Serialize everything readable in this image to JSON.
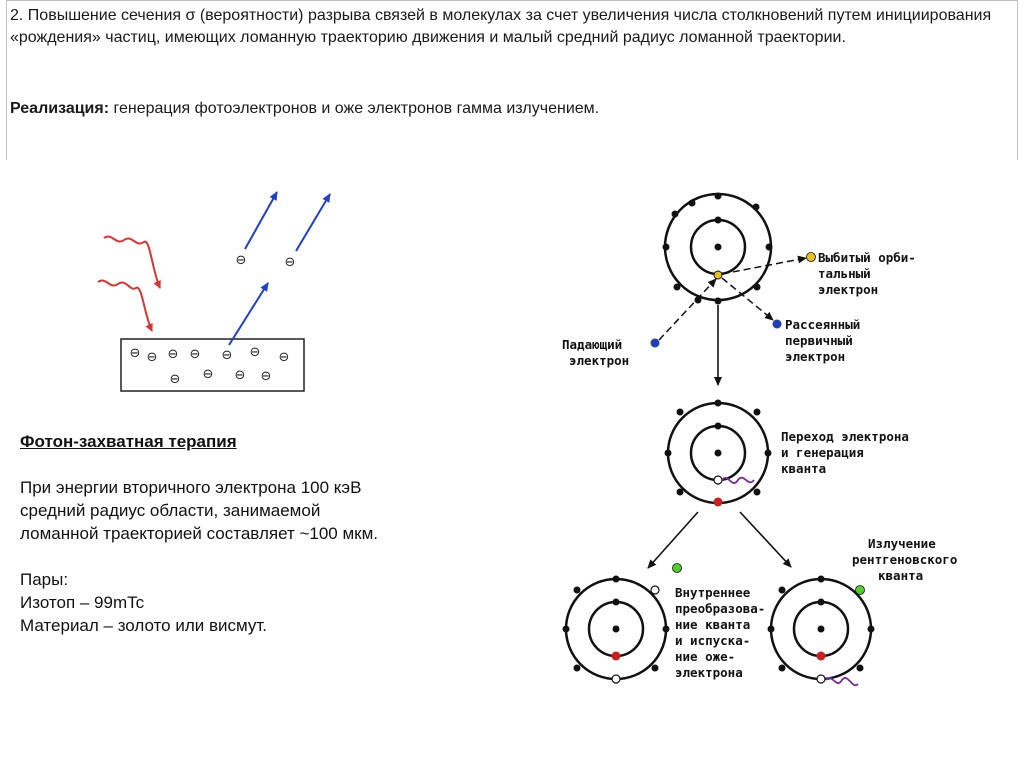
{
  "header": {
    "text": "2. Повышение сечения σ (вероятности) разрыва связей в молекулах за счет увеличения числа столкновений путем инициирования «рождения» частиц, имеющих ломанную траекторию движения и малый средний радиус ломанной траектории."
  },
  "realization": {
    "label": "Реализация:",
    "text": " генерация фотоэлектронов и оже электронов гамма излучением."
  },
  "info": {
    "title": "Фотон-захватная терапия",
    "energy_lines": [
      "При энергии вторичного электрона 100 кэВ",
      "средний радиус области, занимаемой",
      "ломанной траекторией составляет ~100 мкм."
    ],
    "pairs_title": "Пары:",
    "isotope": "Изотоп – 99mTc",
    "material": "Материал – золото или висмут."
  },
  "photo_diagram": {
    "electron_symbol": "⊖"
  },
  "atom_diagram": {
    "ejected_label": [
      "Выбитый орби-",
      "тальный",
      "электрон"
    ],
    "incident_label": [
      "Падающий",
      "электрон"
    ],
    "scattered_label": [
      "Рассеянный",
      "первичный",
      "электрон"
    ],
    "transition_label": [
      "Переход электрона",
      "и генерация",
      "кванта"
    ],
    "xray_label": [
      "Излучение",
      "рентгеновского",
      "кванта"
    ],
    "internal_label": [
      "Внутреннее",
      "преобразова-",
      "ние кванта",
      "и испуска-",
      "ние оже-",
      "электрона"
    ]
  },
  "colors": {
    "arrow_blue": "#1f3fd1",
    "wave_red": "#e03030",
    "electron_yellow": "#e8c21a",
    "electron_blue": "#1f3fb8",
    "electron_red": "#cc1f1f",
    "electron_green": "#4fcf2a",
    "photon_purple": "#7a2a9a"
  }
}
